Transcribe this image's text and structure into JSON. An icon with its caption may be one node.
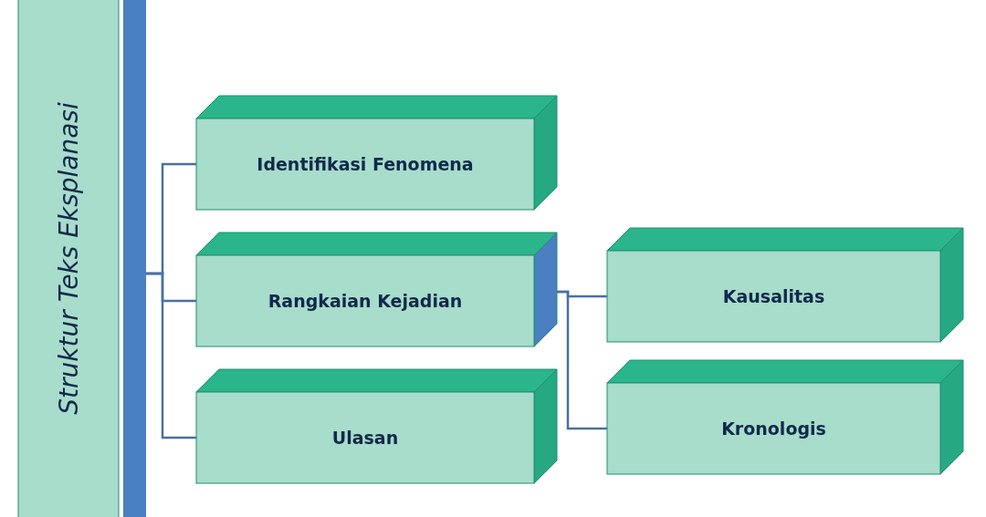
{
  "diagram": {
    "nodes": [
      {
        "text": [
          "Struktur Teks Eksplanasi"
        ]
      },
      {
        "text": [
          "Identifikasi Fenomena"
        ]
      },
      {
        "text": [
          "Rangkaian Kejadian"
        ]
      },
      {
        "text": [
          "Ulasan"
        ]
      },
      {
        "text": [
          "Kausalitas"
        ]
      },
      {
        "text": [
          "Kronologis"
        ]
      }
    ],
    "edges": [
      {
        "from": 0,
        "to": 1,
        "arrow": "none"
      },
      {
        "from": 0,
        "to": 2,
        "arrow": "none"
      },
      {
        "from": 0,
        "to": 3,
        "arrow": "none"
      },
      {
        "from": 2,
        "to": 4,
        "arrow": "none"
      },
      {
        "from": 2,
        "to": 5,
        "arrow": "none"
      }
    ]
  }
}
